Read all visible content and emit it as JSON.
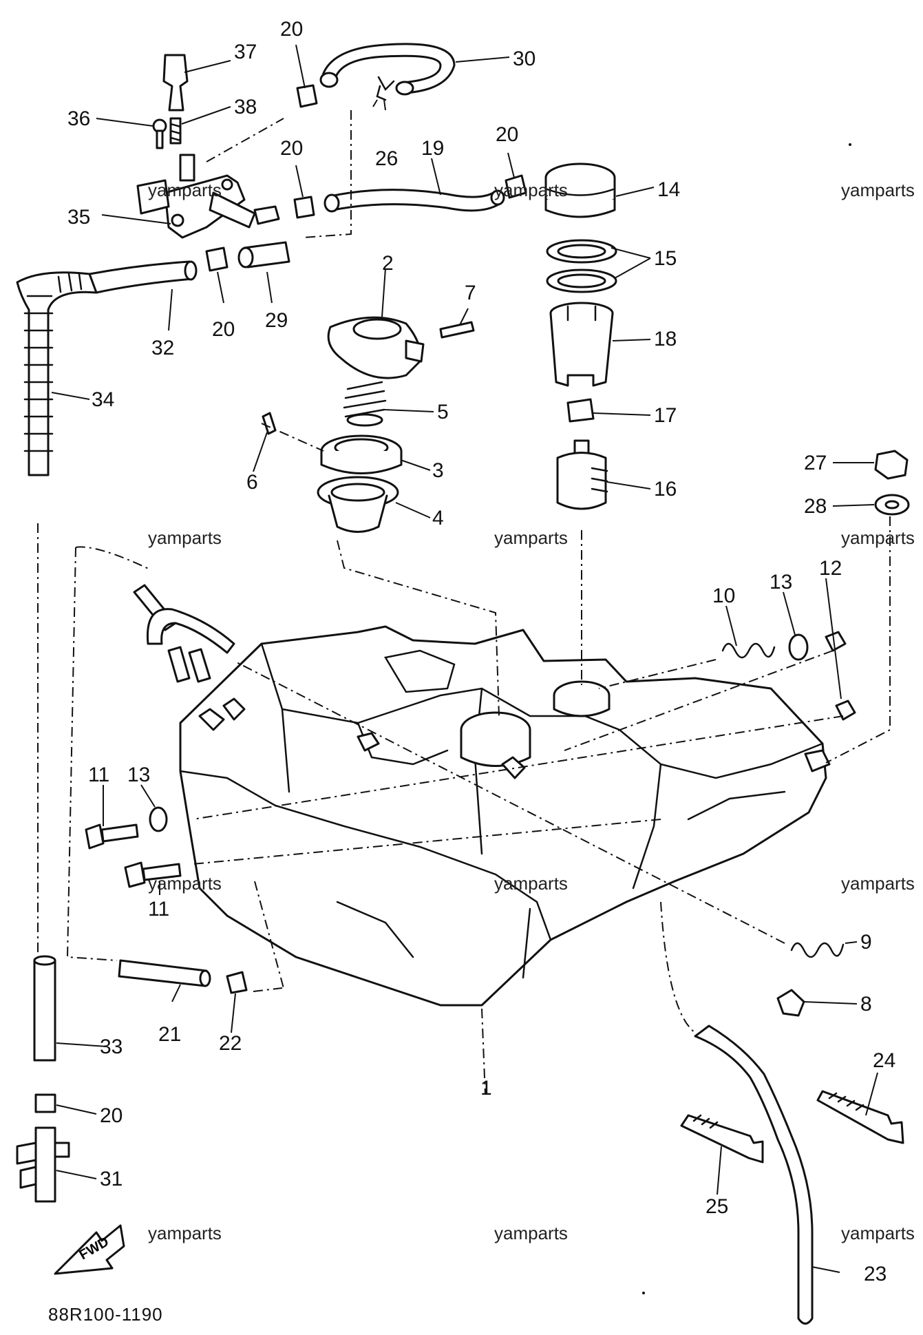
{
  "diagram_code": "88R100-1190",
  "watermark": "yamparts",
  "fwd_label": "FWD",
  "callouts": {
    "c1": "1",
    "c2": "2",
    "c3": "3",
    "c4": "4",
    "c5": "5",
    "c6": "6",
    "c7": "7",
    "c8": "8",
    "c9": "9",
    "c10": "10",
    "c11a": "11",
    "c11b": "11",
    "c12": "12",
    "c13a": "13",
    "c13b": "13",
    "c14": "14",
    "c15": "15",
    "c16": "16",
    "c17": "17",
    "c18": "18",
    "c19": "19",
    "c20a": "20",
    "c20b": "20",
    "c20c": "20",
    "c20d": "20",
    "c20e": "20",
    "c21": "21",
    "c22": "22",
    "c23": "23",
    "c24": "24",
    "c25": "25",
    "c26": "26",
    "c27": "27",
    "c28": "28",
    "c29": "29",
    "c30": "30",
    "c31": "31",
    "c32": "32",
    "c33": "33",
    "c34": "34",
    "c35": "35",
    "c36": "36",
    "c37": "37",
    "c38": "38"
  }
}
